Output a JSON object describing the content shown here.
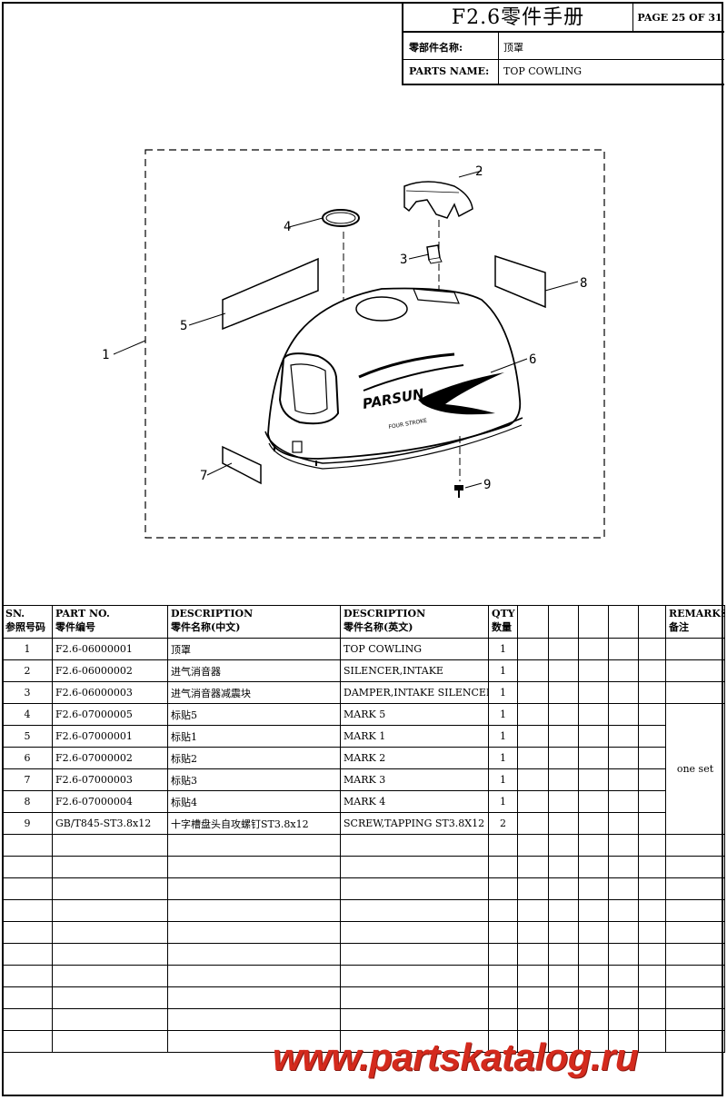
{
  "header": {
    "manual_title": "F2.6零件手册",
    "page_label": "PAGE 25 OF 31",
    "part_name_cn_label": "零部件名称:",
    "part_name_cn": "顶罩",
    "part_name_en_label": "PARTS NAME:",
    "part_name_en": "TOP COWLING"
  },
  "diagram": {
    "callouts": [
      "1",
      "2",
      "3",
      "4",
      "5",
      "6",
      "7",
      "8",
      "9"
    ],
    "brand_text": "PARSUN",
    "sub_text": "FOUR STROKE"
  },
  "table": {
    "columns": [
      {
        "en": "SN.",
        "cn": "参照号码"
      },
      {
        "en": "PART NO.",
        "cn": "零件编号"
      },
      {
        "en": "DESCRIPTION",
        "cn": "零件名称(中文)"
      },
      {
        "en": "DESCRIPTION",
        "cn": "零件名称(英文)"
      },
      {
        "en": "QTY",
        "cn": "数量"
      },
      {
        "en": "REMARKS",
        "cn": "备注"
      }
    ],
    "rows": [
      {
        "sn": "1",
        "part_no": "F2.6-06000001",
        "desc_cn": "顶罩",
        "desc_en": "TOP COWLING",
        "qty": "1"
      },
      {
        "sn": "2",
        "part_no": "F2.6-06000002",
        "desc_cn": "进气消音器",
        "desc_en": "SILENCER,INTAKE",
        "qty": "1"
      },
      {
        "sn": "3",
        "part_no": "F2.6-06000003",
        "desc_cn": "进气消音器减震块",
        "desc_en": "DAMPER,INTAKE SILENCER",
        "qty": "1"
      },
      {
        "sn": "4",
        "part_no": "F2.6-07000005",
        "desc_cn": "标贴5",
        "desc_en": "MARK 5",
        "qty": "1"
      },
      {
        "sn": "5",
        "part_no": "F2.6-07000001",
        "desc_cn": "标贴1",
        "desc_en": "MARK 1",
        "qty": "1"
      },
      {
        "sn": "6",
        "part_no": "F2.6-07000002",
        "desc_cn": "标贴2",
        "desc_en": "MARK 2",
        "qty": "1"
      },
      {
        "sn": "7",
        "part_no": "F2.6-07000003",
        "desc_cn": "标贴3",
        "desc_en": "MARK 3",
        "qty": "1"
      },
      {
        "sn": "8",
        "part_no": "F2.6-07000004",
        "desc_cn": "标贴4",
        "desc_en": "MARK 4",
        "qty": "1"
      },
      {
        "sn": "9",
        "part_no": "GB/T845-ST3.8x12",
        "desc_cn": "十字槽盘头自攻螺钉ST3.8x12",
        "desc_en": "SCREW,TAPPING ST3.8X12",
        "qty": "2"
      }
    ],
    "remark_merged": "one set"
  },
  "watermark": "www.partskatalog.ru"
}
